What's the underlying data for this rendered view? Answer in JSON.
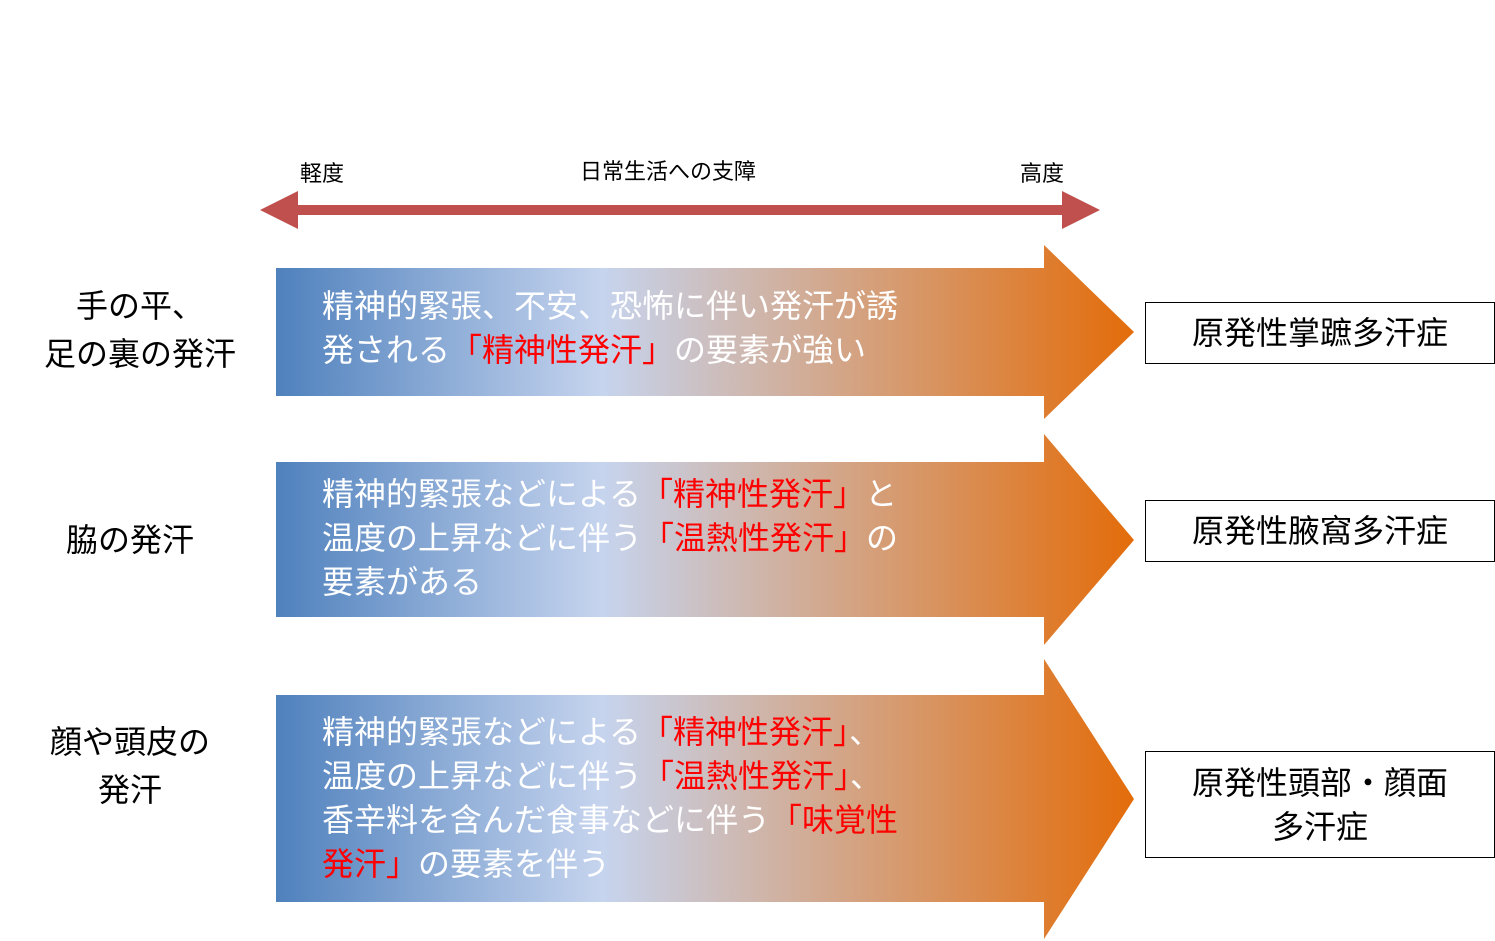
{
  "colors": {
    "scale_arrow": "#c0504d",
    "gradient_start": "#4f81bd",
    "gradient_mid": "#c6d4ee",
    "gradient_end": "#e36c0a",
    "highlight": "#ff0000"
  },
  "scale": {
    "left_label": "軽度",
    "center_label": "日常生活への支障",
    "right_label": "高度"
  },
  "rows": [
    {
      "left_line1": "手の平、",
      "left_line2": "足の裏の発汗",
      "text": {
        "l1": "精神的緊張、不安、恐怖に伴い発汗が誘",
        "l2a": "発される",
        "l2b": "「精神性発汗」",
        "l2c": "の要素が強い"
      },
      "result": "原発性掌蹠多汗症"
    },
    {
      "left_line1": "脇の発汗",
      "text": {
        "l1a": "精神的緊張などによる",
        "l1b": "「精神性発汗」",
        "l1c": "と",
        "l2a": "温度の上昇などに伴う",
        "l2b": "「温熱性発汗」",
        "l2c": "の",
        "l3": "要素がある"
      },
      "result": "原発性腋窩多汗症"
    },
    {
      "left_line1": "顔や頭皮の",
      "left_line2": "発汗",
      "text": {
        "l1a": "精神的緊張などによる",
        "l1b": "「精神性発汗」",
        "l1c": "、",
        "l2a": "温度の上昇などに伴う",
        "l2b": "「温熱性発汗」",
        "l2c": "、",
        "l3a": "香辛料を含んだ食事などに伴う",
        "l3b": "「味覚性",
        "l4a": "発汗」",
        "l4b": "の要素を伴う"
      },
      "result_line1": "原発性頭部・顔面",
      "result_line2": "多汗症"
    }
  ]
}
